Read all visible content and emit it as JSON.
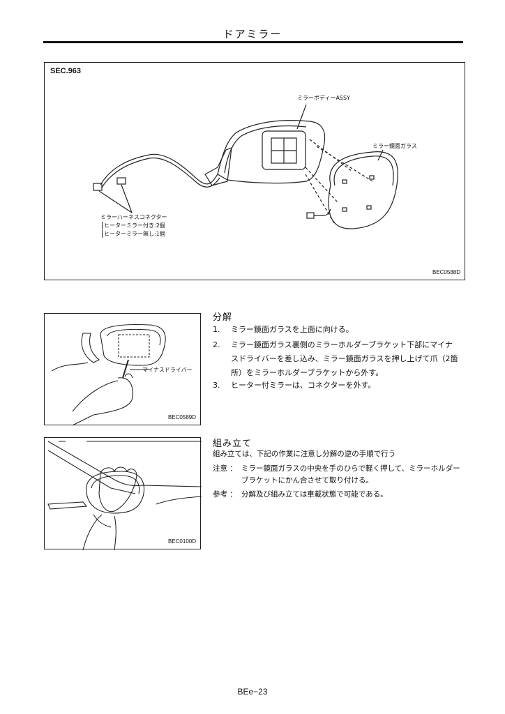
{
  "header": {
    "title": "ドアミラー"
  },
  "figure_main": {
    "section": "SEC.963",
    "label_body": "ミラーボディーASSY",
    "label_glass": "ミラー鏡面ガラス",
    "label_connector": "ミラーハーネスコネクター",
    "label_heater_on": "ヒーターミラー付き:2個",
    "label_heater_off": "ヒーターミラー無し:1個",
    "code": "BEC0588D"
  },
  "figure_disassembly": {
    "label_tool": "マイナスドライバー",
    "code": "BEC0589D"
  },
  "figure_assembly": {
    "code": "BEC0100D"
  },
  "disassembly": {
    "heading": "分解",
    "steps": [
      {
        "num": "1.",
        "lines": [
          "ミラー鏡面ガラスを上面に向ける。"
        ]
      },
      {
        "num": "2.",
        "lines": [
          "ミラー鏡面ガラス裏側のミラーホルダーブラケット下部にマイナ",
          "スドライバーを差し込み、ミラー鏡面ガラスを押し上げて爪（2箇",
          "所）をミラーホルダーブラケットから外す。"
        ]
      },
      {
        "num": "3.",
        "lines": [
          "ヒーター付ミラーは、コネクターを外す。"
        ]
      }
    ]
  },
  "assembly": {
    "heading": "組み立て",
    "intro": "組み立ては、下記の作業に注意し分解の逆の手順で行う",
    "note_label": "注意 ：",
    "note_lines": [
      "ミラー鏡面ガラスの中央を手のひらで軽く押して、ミラーホルダー",
      "ブラケットにかん合させて取り付ける。"
    ],
    "ref_label": "参考 ：",
    "ref_text": "分解及び組み立ては車載状態で可能である。"
  },
  "footer": {
    "page": "BEe−23"
  }
}
